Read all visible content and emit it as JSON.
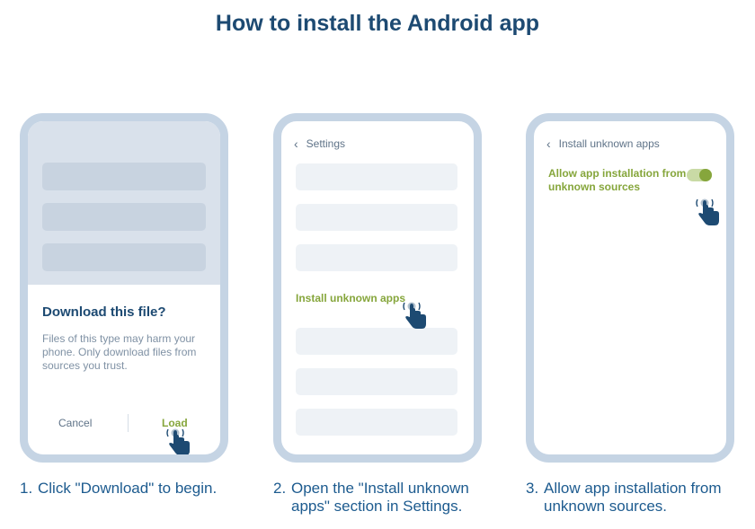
{
  "title": "How to install the Android app",
  "phone1": {
    "dialog_title": "Download this file?",
    "dialog_body": "Files of this type may harm your phone. Only download files from sources you trust.",
    "cancel_label": "Cancel",
    "load_label": "Load"
  },
  "phone2": {
    "header": "Settings",
    "highlighted_item": "Install unknown apps"
  },
  "phone3": {
    "header": "Install unknown apps",
    "toggle_label": "Allow app installation from unknown sources",
    "toggle_on": true
  },
  "steps": [
    {
      "number": "1.",
      "text": "Click \"Download\" to begin."
    },
    {
      "number": "2.",
      "text": "Open the \"Install unknown apps\" section in Settings."
    },
    {
      "number": "3.",
      "text": "Allow app installation from unknown sources."
    }
  ],
  "colors": {
    "title": "#1d4a72",
    "accent_green": "#86a63c",
    "phone_frame": "#c5d4e4",
    "step_text": "#1d5b8f"
  },
  "icons": [
    "tap-hand-icon",
    "chevron-left-icon"
  ]
}
